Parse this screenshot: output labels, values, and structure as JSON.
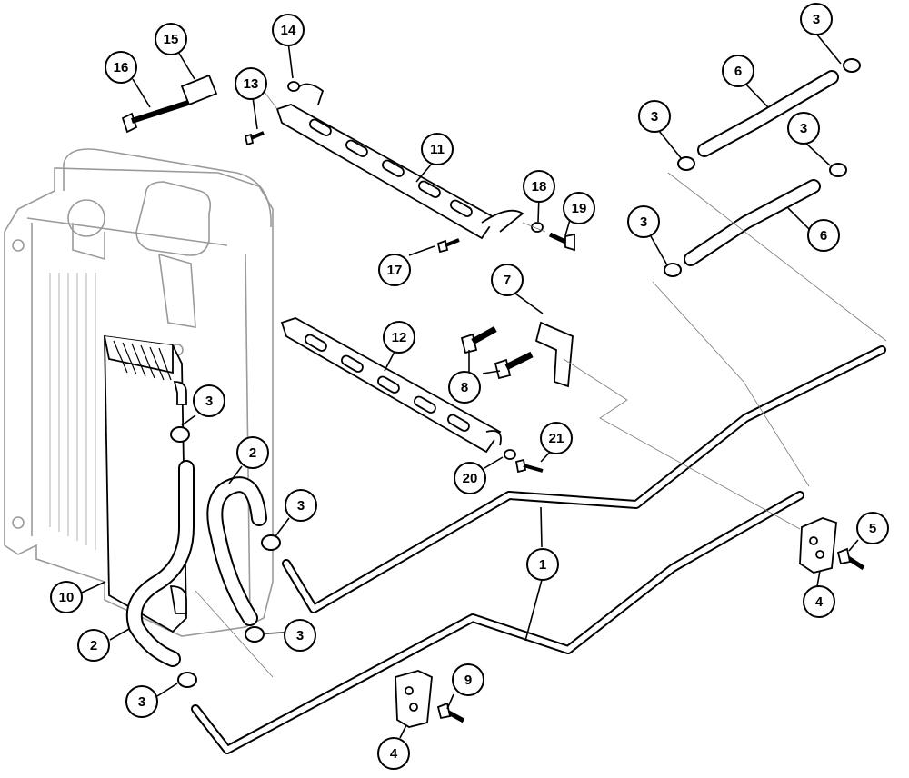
{
  "callouts": [
    {
      "id": "c16",
      "label": "16"
    },
    {
      "id": "c15",
      "label": "15"
    },
    {
      "id": "c14",
      "label": "14"
    },
    {
      "id": "c13",
      "label": "13"
    },
    {
      "id": "c11",
      "label": "11"
    },
    {
      "id": "c18",
      "label": "18"
    },
    {
      "id": "c19",
      "label": "19"
    },
    {
      "id": "c17",
      "label": "17"
    },
    {
      "id": "c3a",
      "label": "3"
    },
    {
      "id": "c6a",
      "label": "6"
    },
    {
      "id": "c3b",
      "label": "3"
    },
    {
      "id": "c3c",
      "label": "3"
    },
    {
      "id": "c3d",
      "label": "3"
    },
    {
      "id": "c6b",
      "label": "6"
    },
    {
      "id": "c7",
      "label": "7"
    },
    {
      "id": "c12",
      "label": "12"
    },
    {
      "id": "c8",
      "label": "8"
    },
    {
      "id": "c3e",
      "label": "3"
    },
    {
      "id": "c2a",
      "label": "2"
    },
    {
      "id": "c21",
      "label": "21"
    },
    {
      "id": "c20",
      "label": "20"
    },
    {
      "id": "c3f",
      "label": "3"
    },
    {
      "id": "c5",
      "label": "5"
    },
    {
      "id": "c1",
      "label": "1"
    },
    {
      "id": "c10",
      "label": "10"
    },
    {
      "id": "c4a",
      "label": "4"
    },
    {
      "id": "c2b",
      "label": "2"
    },
    {
      "id": "c3g",
      "label": "3"
    },
    {
      "id": "c9",
      "label": "9"
    },
    {
      "id": "c3h",
      "label": "3"
    },
    {
      "id": "c4b",
      "label": "4"
    }
  ]
}
